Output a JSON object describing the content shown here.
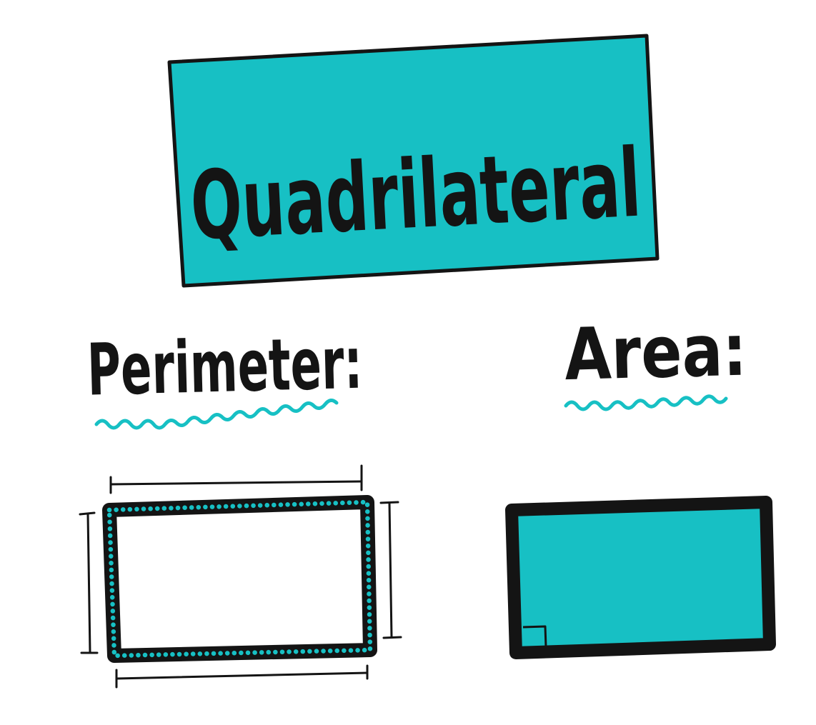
{
  "title": "Quadrilateral",
  "perimeter_label": "Perimeter:",
  "area_label": "Area:",
  "colors": {
    "accent": "#17c0c4",
    "ink": "#141414",
    "background": "#ffffff"
  }
}
